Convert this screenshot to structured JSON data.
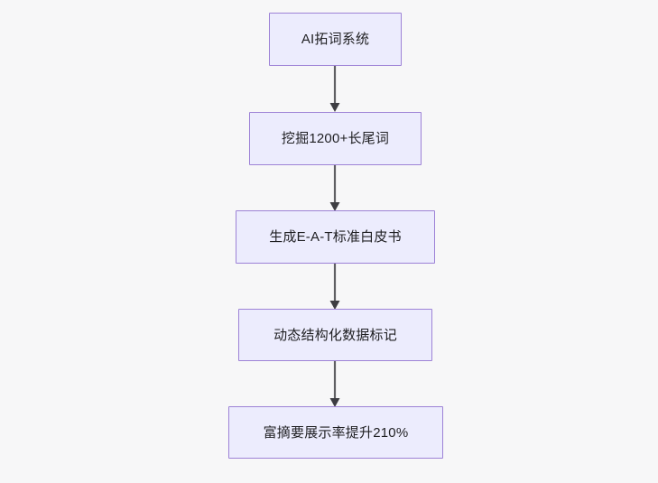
{
  "diagram": {
    "type": "flowchart",
    "direction": "top-to-bottom",
    "background_color": "#f7f7f8",
    "node_fill_color": "#ececfd",
    "node_border_color": "#9d82d6",
    "node_text_color": "#1f1f22",
    "edge_color": "#5f5f63",
    "nodes": [
      {
        "id": "n1",
        "label": "AI拓词系统"
      },
      {
        "id": "n2",
        "label": "挖掘1200+长尾词"
      },
      {
        "id": "n3",
        "label": "生成E-A-T标准白皮书"
      },
      {
        "id": "n4",
        "label": "动态结构化数据标记"
      },
      {
        "id": "n5",
        "label": "富摘要展示率提升210%"
      }
    ],
    "edges": [
      {
        "from": "n1",
        "to": "n2",
        "arrow": "arrow-down-icon"
      },
      {
        "from": "n2",
        "to": "n3",
        "arrow": "arrow-down-icon"
      },
      {
        "from": "n3",
        "to": "n4",
        "arrow": "arrow-down-icon"
      },
      {
        "from": "n4",
        "to": "n5",
        "arrow": "arrow-down-icon"
      }
    ]
  }
}
